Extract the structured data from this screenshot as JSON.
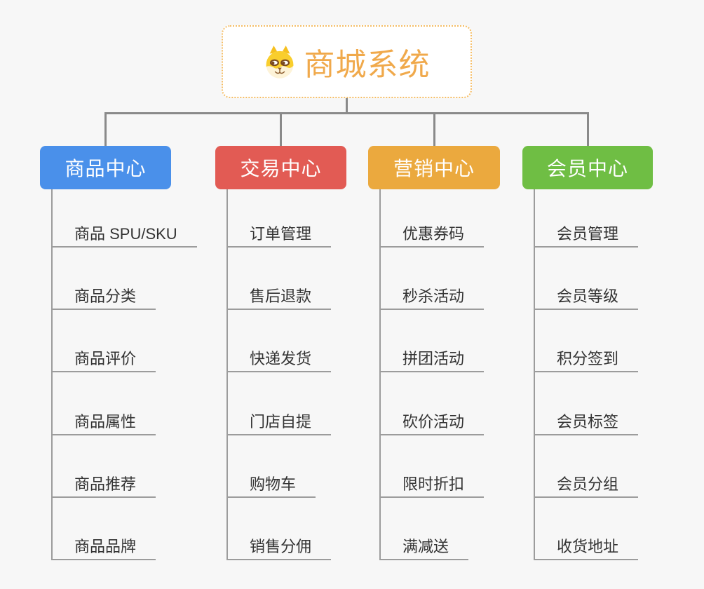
{
  "page": {
    "background": "#f7f7f7"
  },
  "root": {
    "title": "商城系统",
    "icon": "shiba-dog-icon",
    "title_color": "#f0a94b",
    "border_color": "#f5bd64"
  },
  "connector_color": "#8a8a8a",
  "branches": [
    {
      "label": "商品中心",
      "color": "#4a90ea",
      "children": [
        "商品 SPU/SKU",
        "商品分类",
        "商品评价",
        "商品属性",
        "商品推荐",
        "商品品牌"
      ]
    },
    {
      "label": "交易中心",
      "color": "#e25b54",
      "children": [
        "订单管理",
        "售后退款",
        "快递发货",
        "门店自提",
        "购物车",
        "销售分佣"
      ]
    },
    {
      "label": "营销中心",
      "color": "#eba93e",
      "children": [
        "优惠券码",
        "秒杀活动",
        "拼团活动",
        "砍价活动",
        "限时折扣",
        "满减送"
      ]
    },
    {
      "label": "会员中心",
      "color": "#6fbe44",
      "children": [
        "会员管理",
        "会员等级",
        "积分签到",
        "会员标签",
        "会员分组",
        "收货地址"
      ]
    }
  ]
}
